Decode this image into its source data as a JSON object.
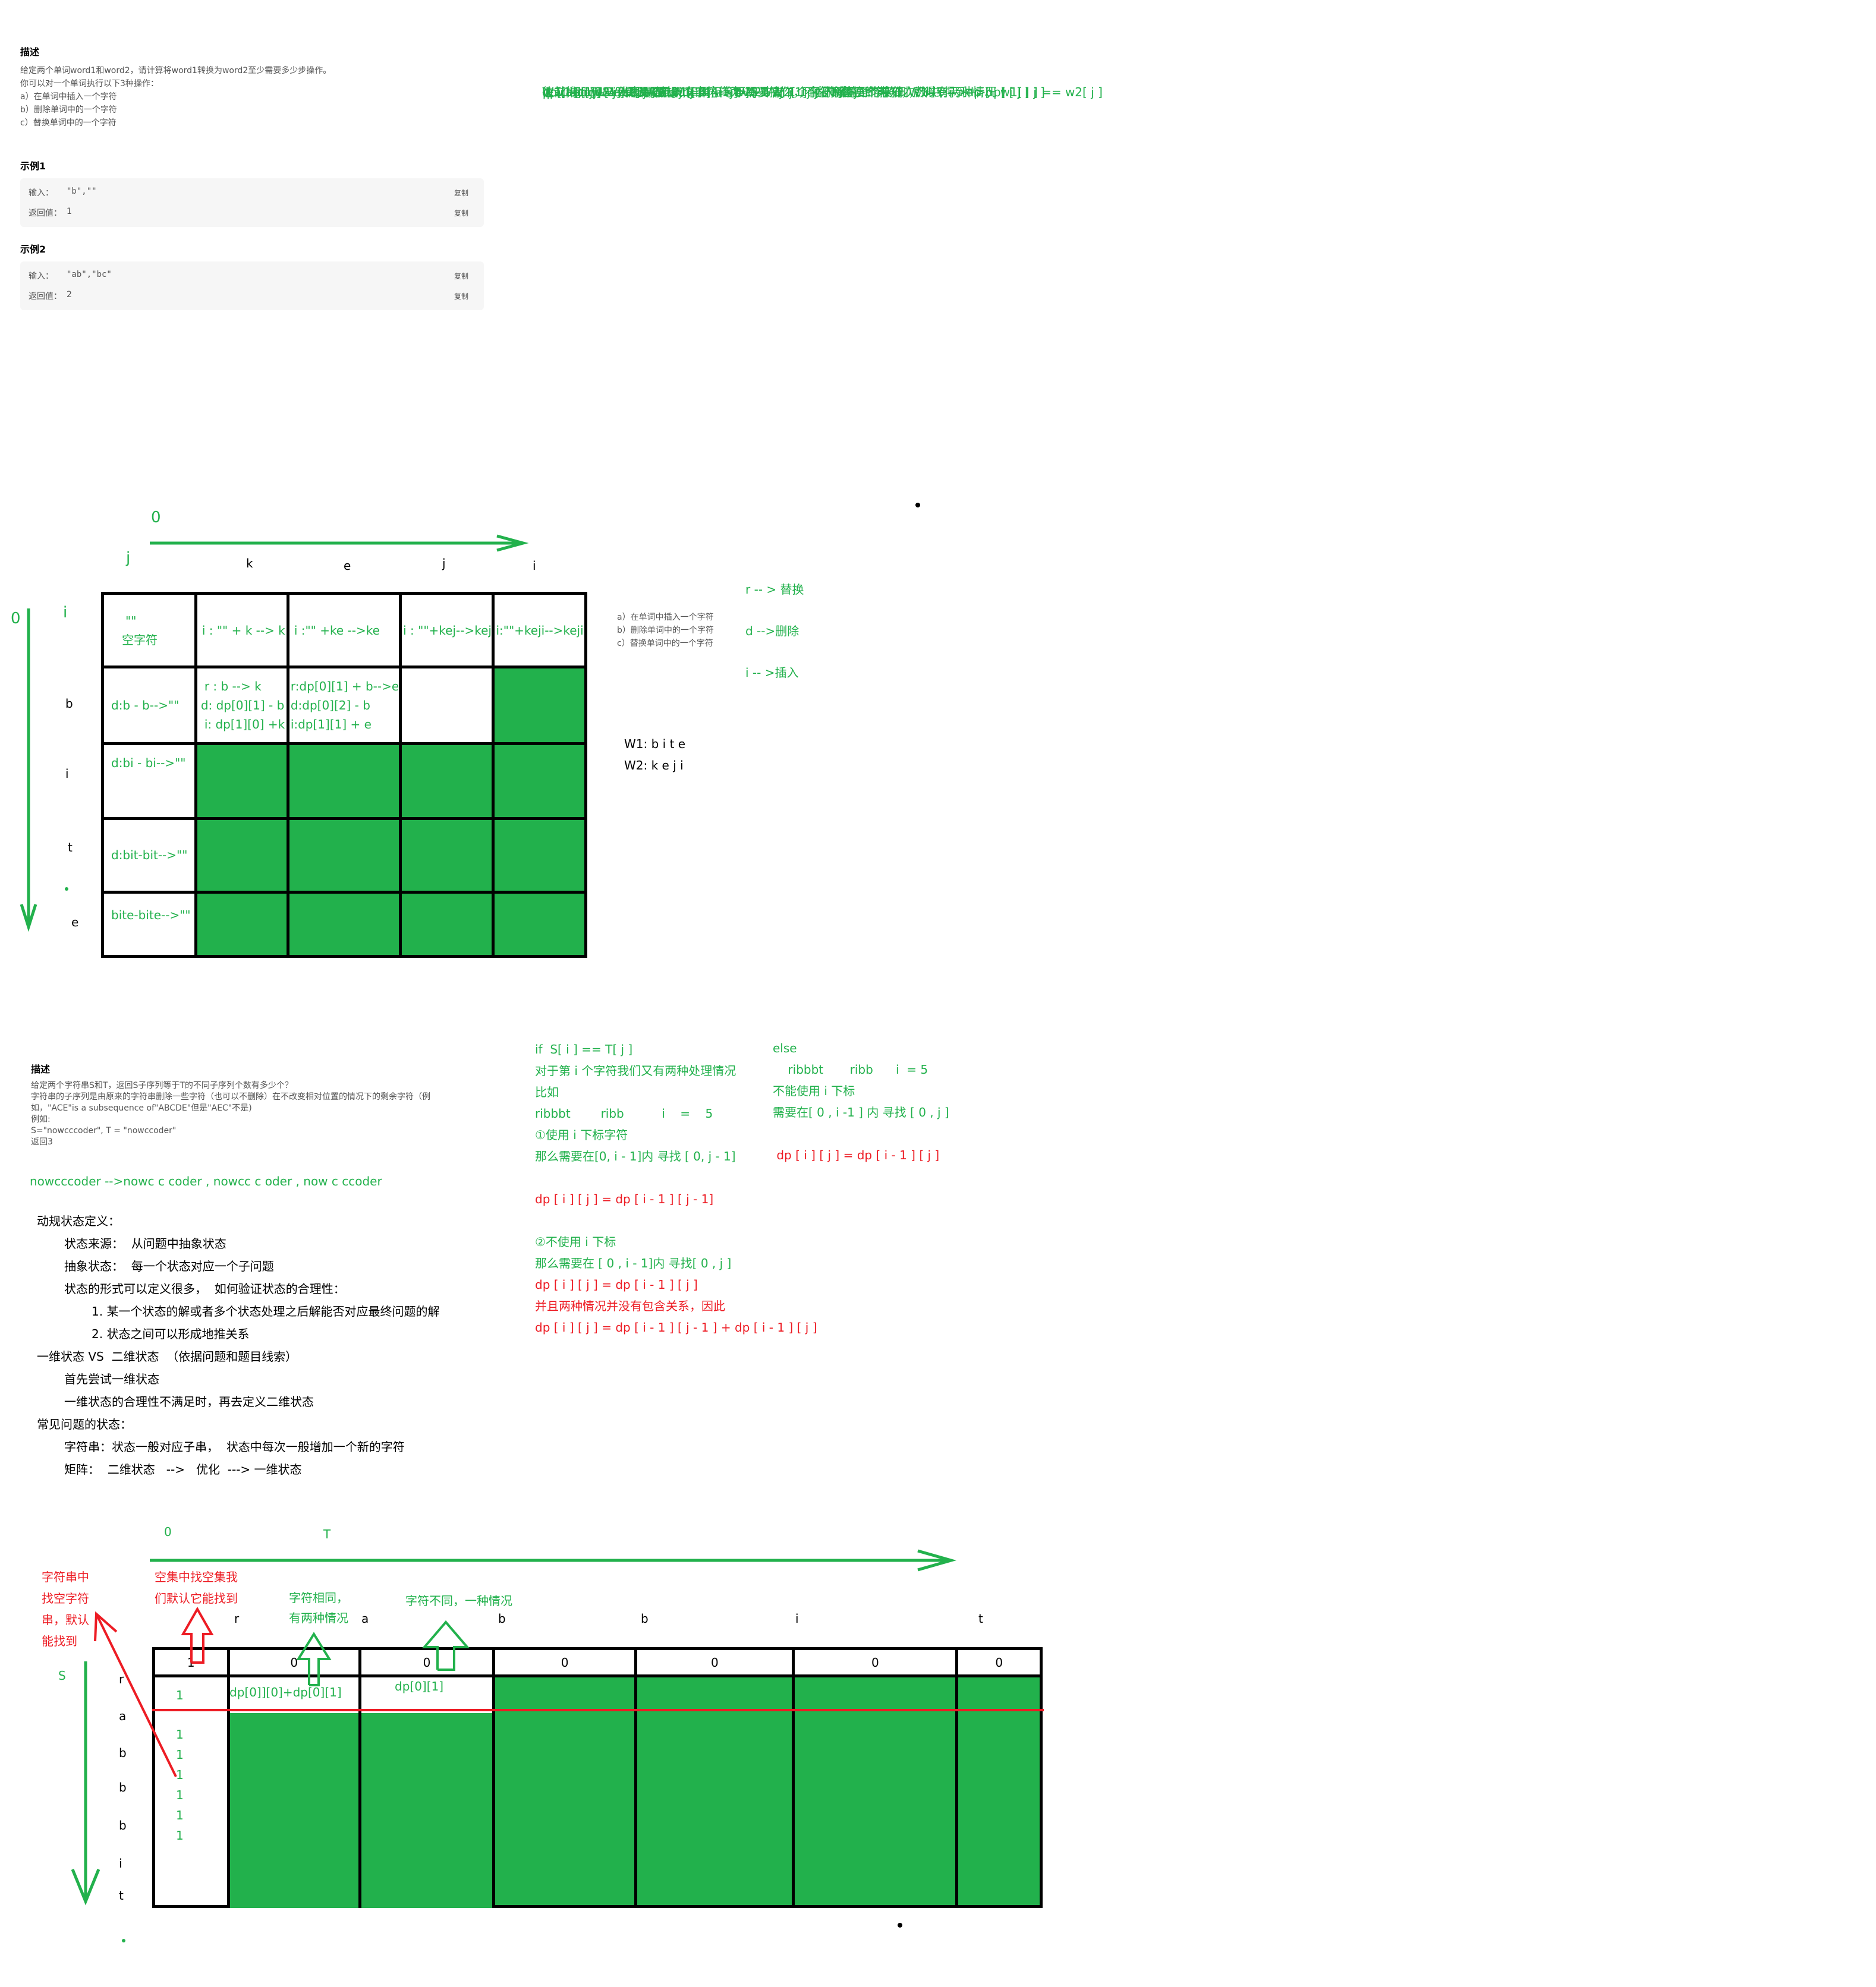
{
  "problem1": {
    "heading": "描述",
    "desc": [
      "给定两个单词word1和word2，请计算将word1转换为word2至少需要多少步操作。",
      "你可以对一个单词执行以下3种操作：",
      "a）在单词中插入一个字符",
      "b）删除单词中的一个字符",
      "c）替换单词中的一个字符"
    ],
    "ex1_title": "示例1",
    "ex1_input_label": "输入：",
    "ex1_input": "\"b\",\"\"",
    "ex1_output_label": "返回值：",
    "ex1_output": "1",
    "ex2_title": "示例2",
    "ex2_input_label": "输入：",
    "ex2_input": "\"ab\",\"bc\"",
    "ex2_output_label": "返回值：",
    "ex2_output": "2",
    "copy_label": "复制"
  },
  "notes1": [
    "dp[ i ] [ j ]：  代表W1前 i 个字符转为W2中前 j 个字符所需要的操作次数",
    "",
    "往前推：",
    "①",
    "W1：abcd    W2:abc  假设 i  = 4   ，  j   = 3",
    "dp [ i - 1 ] [ j ] ：需要 W1[ 1 , i-1 ] -->W2[ 1 , j ]  删除第 i 个字符  ，  得到-->dp [ i ] [ j ]",
    "②",
    "W1: abc   W2:abcd    i   = 3 , j = 4",
    "dp [ i ] [ j   - 1]:需要 W1[ 1 , i ] -->W2[ 1 , j - 1],插入 第 j 个字符到W1中,得到-->dp[ i ] [ j ]",
    "③",
    "W1:abc    W2:abc      i  = 3 , j = 3",
    "dp [ i - 1 ] [ j - 1]:需要 W1[ 1 , i - 1 ] -->W2[ 1, j - 1]第三个未知，所以有两种情况 w1[ i ] == w2[ j ]",
    "||  w1  [ i ] != w2[ j ],所以 如果相等不需要操作，不相等替换即可"
  ],
  "grid1": {
    "zero_top": "0",
    "zero_left": "0",
    "j_label": "j",
    "i_label": "i",
    "col_labels": [
      "k",
      "e",
      "j",
      "i"
    ],
    "row_labels": [
      "b",
      "i",
      "t",
      "e"
    ],
    "header_row": [
      "\"\"",
      "i : \"\" + k --> k",
      "i :\"\" +ke -->ke",
      "i : \"\"+kej-->kej",
      "i:\"\"+keji-->keji"
    ],
    "header_empty2": "空字符",
    "r1c0": "d:b - b-->\"\"",
    "r1c1": [
      "r : b --> k",
      "d: dp[0][1] - b",
      "i:  dp[1][0] +k"
    ],
    "r1c2": [
      "r:dp[0][1] + b-->e",
      "d:dp[0][2] - b",
      "i:dp[1][1] + e"
    ],
    "r2c0": "d:bi - bi-->\"\"",
    "r3c0": "d:bit-bit-->\"\"",
    "r4c0": "bite-bite-->\"\"",
    "ops_small": [
      "a）在单词中插入一个字符",
      "b）删除单词中的一个字符",
      "c）替换单词中的一个字符"
    ],
    "ops_map": [
      "r -- > 替换",
      "d -->删除",
      "i -- >插入"
    ],
    "w1": "W1:  b    i    t    e",
    "w2": "W2:  k    e    j    i"
  },
  "problem2": {
    "heading": "描述",
    "desc": [
      "给定两个字符串S和T，返回S子序列等于T的不同子序列个数有多少个？",
      "字符串的子序列是由原来的字符串删除一些字符（也可以不删除）在不改变相对位置的情况下的剩余字符（例",
      "如，\"ACE\"is a subsequence of\"ABCDE\"但是\"AEC\"不是)",
      "例如:",
      "S=\"nowcccoder\", T = \"nowccoder\"",
      "返回3"
    ],
    "example": "nowcccoder -->nowc    c     coder        ,   nowcc   c     oder    ,     now  c    ccoder"
  },
  "notes_dp": [
    {
      "t": "动规状态定义：",
      "ind": 0
    },
    {
      "t": "状态来源：  从问题中抽象状态",
      "ind": 1
    },
    {
      "t": "抽象状态：  每一个状态对应一个子问题",
      "ind": 1
    },
    {
      "t": "状态的形式可以定义很多，  如何验证状态的合理性：",
      "ind": 1
    },
    {
      "t": "1. 某一个状态的解或者多个状态处理之后解能否对应最终问题的解",
      "ind": 2
    },
    {
      "t": "2. 状态之间可以形成地推关系",
      "ind": 2
    },
    {
      "t": "一维状态 VS  二维状态  （依据问题和题目线索）",
      "ind": 0
    },
    {
      "t": "首先尝试一维状态",
      "ind": 1
    },
    {
      "t": "一维状态的合理性不满足时，再去定义二维状态",
      "ind": 1
    },
    {
      "t": "常见问题的状态：",
      "ind": 0
    },
    {
      "t": "字符串：状态一般对应子串，  状态中每次一般增加一个新的字符",
      "ind": 1
    },
    {
      "t": "矩阵：  二维状态   -->   优化  ---> 一维状态",
      "ind": 1
    }
  ],
  "notes2_left": [
    {
      "t": "if  S[ i ] == T[ j ]",
      "c": "g"
    },
    {
      "t": "对于第 i 个字符我们又有两种处理情况",
      "c": "g"
    },
    {
      "t": "比如",
      "c": "g"
    },
    {
      "t": "ribbbt        ribb          i    =    5",
      "c": "g"
    },
    {
      "t": "①使用 i 下标字符",
      "c": "g"
    },
    {
      "t": "那么需要在[0, i - 1]内 寻找 [ 0, j - 1]",
      "c": "g"
    },
    {
      "t": "",
      "c": "g"
    },
    {
      "t": "dp [ i ] [ j ] = dp [ i - 1 ] [ j - 1]",
      "c": "r"
    },
    {
      "t": "",
      "c": "g"
    },
    {
      "t": "②不使用 i 下标",
      "c": "g"
    },
    {
      "t": "那么需要在 [ 0 , i - 1]内 寻找[ 0 , j ]",
      "c": "g"
    },
    {
      "t": "dp [ i ] [ j ] = dp [ i - 1 ] [ j ]",
      "c": "r"
    },
    {
      "t": "并且两种情况并没有包含关系，因此",
      "c": "r"
    },
    {
      "t": "dp [ i ] [ j ] = dp [ i - 1 ] [ j - 1 ] + dp [ i - 1 ] [ j ]",
      "c": "r"
    }
  ],
  "notes2_right": [
    {
      "t": "else",
      "c": "g"
    },
    {
      "t": "    ribbbt       ribb      i  = 5",
      "c": "g"
    },
    {
      "t": "不能使用 i 下标",
      "c": "g"
    },
    {
      "t": "需要在[ 0 , i -1 ] 内 寻找 [ 0 , j ]",
      "c": "g"
    },
    {
      "t": "",
      "c": "g"
    },
    {
      "t": " dp [ i ] [ j ] = dp [ i - 1 ] [ j ]",
      "c": "r"
    }
  ],
  "grid2": {
    "zero_top": "0",
    "t_label": "T",
    "s_label": "S",
    "red_note_left": [
      "字符串中",
      "找空字符",
      "串，默认",
      "能找到"
    ],
    "red_note_top": [
      "空集中找空集我",
      "们默认它能找到"
    ],
    "green_note_same": [
      "字符相同，",
      "有两种情况"
    ],
    "green_note_diff": "字符不同，一种情况",
    "col_labels": [
      "r",
      "a",
      "b",
      "b",
      "i",
      "t"
    ],
    "row_labels": [
      "r",
      "a",
      "b",
      "b",
      "b",
      "i",
      "t"
    ],
    "header_row": [
      "1",
      "0",
      "0",
      "0",
      "0",
      "0",
      "0"
    ],
    "col0_values": [
      "1",
      "1",
      "1",
      "1",
      "1",
      "1",
      "1"
    ],
    "cell_r1c1": "dp[0]][0]+dp[0][1]",
    "cell_r1c2": "dp[0][1]"
  },
  "colors": {
    "green": "#22b14c",
    "red": "#ed1c24",
    "black": "#000000"
  }
}
